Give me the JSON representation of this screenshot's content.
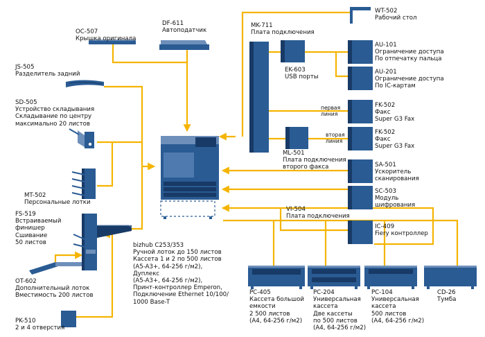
{
  "colors": {
    "connector": "#f5b400",
    "device": "#2a5b93",
    "device_dark": "#183a66",
    "device_light": "#6d8fba",
    "text": "#111111"
  },
  "labels": {
    "oc507": {
      "code": "OC-507",
      "desc": "Крышка оригинала"
    },
    "df611": {
      "code": "DF-611",
      "desc": "Автоподатчик"
    },
    "js505": {
      "code": "JS-505",
      "desc": "Разделитель задний"
    },
    "sd505": {
      "code": "SD-505",
      "desc": "Устройство складывания\nСкладывание по центру\nмаксимально 20 листов"
    },
    "mt502": {
      "code": "MT-502",
      "desc": "Персональные лотки"
    },
    "fs519": {
      "code": "FS-519",
      "desc": "Встраиваемый\nфинишер\nСшивание\n50 листов"
    },
    "ot602": {
      "code": "OT-602",
      "desc": "Дополнительный лоток\nВместимость 200 листов"
    },
    "pk510": {
      "code": "PK-510",
      "desc": "2 и 4 отверстия"
    },
    "mk711": {
      "code": "MK-711",
      "desc": "Плата подключения"
    },
    "ek603": {
      "code": "EK-603",
      "desc": "USB порты"
    },
    "ml501": {
      "code": "ML-501",
      "desc": "Плата подключения\nвторого факса"
    },
    "vi504": {
      "code": "VI-504",
      "desc": "Плата подключения"
    },
    "wt502": {
      "code": "WT-502",
      "desc": "Рабочий стол"
    },
    "au101": {
      "code": "AU-101",
      "desc": "Ограничение доступа\nПо отпечатку пальца"
    },
    "au201": {
      "code": "AU-201",
      "desc": "Ограничение доступа\nПо IC-картам"
    },
    "fk502a": {
      "code": "FK-502",
      "desc": "Факс\nSuper G3 Fax"
    },
    "fk502b": {
      "code": "FK-502",
      "desc": "Факс\nSuper G3 Fax"
    },
    "line1": {
      "code": "первая",
      "desc": "линия"
    },
    "line2": {
      "code": "вторая",
      "desc": "линия"
    },
    "sa501": {
      "code": "SA-501",
      "desc": "Ускоритель\nсканирования"
    },
    "sc503": {
      "code": "SC-503",
      "desc": "Модуль\nшифрования"
    },
    "ic409": {
      "code": "IC-409",
      "desc": "Fiery контроллер"
    },
    "pc405": {
      "code": "PC-405",
      "desc": "Кассета большой\nемкости\n2 500 листов\n(A4, 64-256 г/м2)"
    },
    "pc204": {
      "code": "PC-204",
      "desc": "Универсальная\nкассета\nДве кассеты\nпо 500 листов\n(A4, 64-256 г/м2)"
    },
    "pc104": {
      "code": "PC-104",
      "desc": "Универсальная\nкассета\n500 листов\n(A4, 64-256 г/м2)"
    },
    "cd26": {
      "code": "CD-26",
      "desc": "Тумба"
    },
    "main": {
      "code": "bizhub C253/353",
      "desc": "Ручной лоток до 150 листов\nКассета 1 и 2 по 500 листов\n(A5-A3+, 64-256 г/м2),\nДуплекс\n(A5-A3+, 64-256 г/м2),\nПринт-контроллер Emperon,\nПодключение Ethernet 10/100/\n1000 Base-T"
    }
  }
}
